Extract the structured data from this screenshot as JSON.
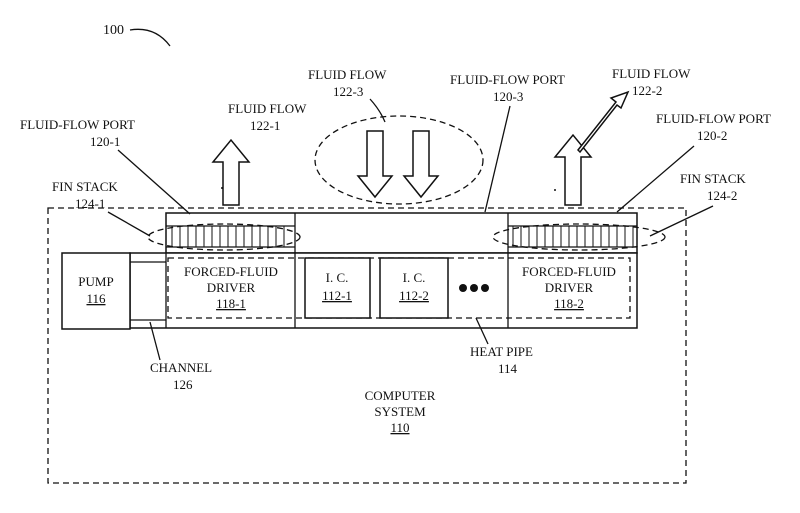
{
  "figure_number": "100",
  "labels": {
    "fluid_flow_122_1": {
      "line1": "FLUID FLOW",
      "line2": "122-1"
    },
    "fluid_flow_122_3": {
      "line1": "FLUID FLOW",
      "line2": "122-3"
    },
    "fluid_flow_122_2": {
      "line1": "FLUID FLOW",
      "line2": "122-2"
    },
    "port_120_1": {
      "line1": "FLUID-FLOW PORT",
      "line2": "120-1"
    },
    "port_120_3": {
      "line1": "FLUID-FLOW PORT",
      "line2": "120-3"
    },
    "port_120_2": {
      "line1": "FLUID-FLOW PORT",
      "line2": "120-2"
    },
    "fin_stack_124_1": {
      "line1": "FIN STACK",
      "line2": "124-1"
    },
    "fin_stack_124_2": {
      "line1": "FIN STACK",
      "line2": "124-2"
    },
    "channel": {
      "line1": "CHANNEL",
      "line2": "126"
    },
    "heat_pipe": {
      "line1": "HEAT PIPE",
      "line2": "114"
    },
    "computer_system": {
      "line1": "COMPUTER",
      "line2": "SYSTEM",
      "line3": "110"
    }
  },
  "boxes": {
    "pump": {
      "name": "PUMP",
      "ref": "116"
    },
    "driver_1": {
      "line1": "FORCED-FLUID",
      "line2": "DRIVER",
      "ref": "118-1"
    },
    "ic_1": {
      "name": "I. C.",
      "ref": "112-1"
    },
    "ic_2": {
      "name": "I. C.",
      "ref": "112-2"
    },
    "driver_2": {
      "line1": "FORCED-FLUID",
      "line2": "DRIVER",
      "ref": "118-2"
    }
  }
}
